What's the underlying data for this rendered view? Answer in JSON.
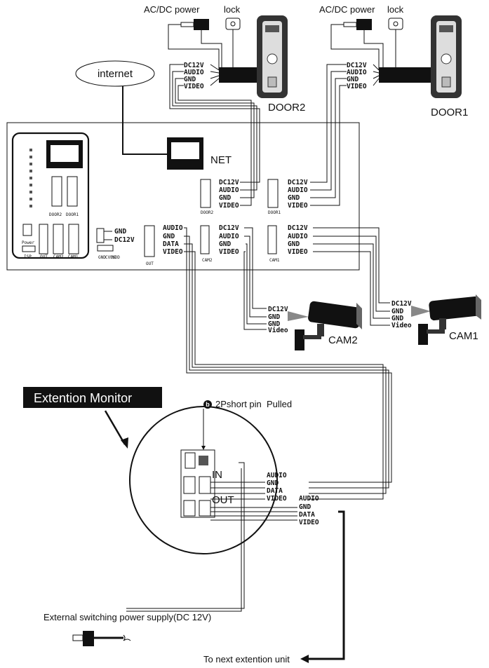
{
  "top": {
    "door2": {
      "power_label": "AC/DC power",
      "lock_label": "lock",
      "name": "DOOR2",
      "pins": [
        "DC12V",
        "AUDIO",
        "GND",
        "VIDEO"
      ]
    },
    "door1": {
      "power_label": "AC/DC power",
      "lock_label": "lock",
      "name": "DOOR1",
      "pins": [
        "DC12V",
        "AUDIO",
        "GND",
        "VIDEO"
      ]
    },
    "internet_label": "internet"
  },
  "main_unit": {
    "net_label": "NET",
    "door2_port": {
      "name": "DOOR2",
      "pins": [
        "DC12V",
        "AUDIO",
        "GND",
        "VIDEO"
      ]
    },
    "door1_port": {
      "name": "DOOR1",
      "pins": [
        "DC12V",
        "AUDIO",
        "GND",
        "VIDEO"
      ]
    },
    "power_pins": [
      "GND",
      "DC12V"
    ],
    "out_port": {
      "name": "OUT",
      "pins": [
        "AUDIO",
        "GND",
        "DATA",
        "VIDEO"
      ]
    },
    "cam2_port": {
      "name": "CAM2",
      "pins": [
        "DC12V",
        "AUDIO",
        "GND",
        "VIDEO"
      ]
    },
    "cam1_port": {
      "name": "CAM1",
      "pins": [
        "DC12V",
        "AUDIO",
        "GND",
        "VIDEO"
      ]
    },
    "board_labels": {
      "door2": "DOOR2",
      "door1": "DOOR1",
      "power": "Power",
      "isp": "ISP",
      "out": "OUT",
      "cam2": "CAM2",
      "cam1": "CAM1",
      "switch": [
        "GND",
        "CVBS",
        "VDD"
      ]
    }
  },
  "cameras": {
    "cam2": {
      "name": "CAM2",
      "pins": [
        "DC12V",
        "GND",
        "GND",
        "Video"
      ]
    },
    "cam1": {
      "name": "CAM1",
      "pins": [
        "DC12V",
        "GND",
        "GND",
        "Video"
      ]
    }
  },
  "extension": {
    "title": "Extention Monitor",
    "b_marker": "b",
    "pin_note_1": "2Pshort pin",
    "pin_note_2": "Pulled",
    "in_label": "IN",
    "out_label": "OUT",
    "in_pins": [
      "AUDIO",
      "GND",
      "DATA",
      "VIDEO"
    ],
    "out_pins": [
      "AUDIO",
      "GND",
      "DATA",
      "VIDEO"
    ]
  },
  "footer": {
    "power_supply": "External switching power supply(DC 12V)",
    "next_unit": "To next extention unit"
  }
}
